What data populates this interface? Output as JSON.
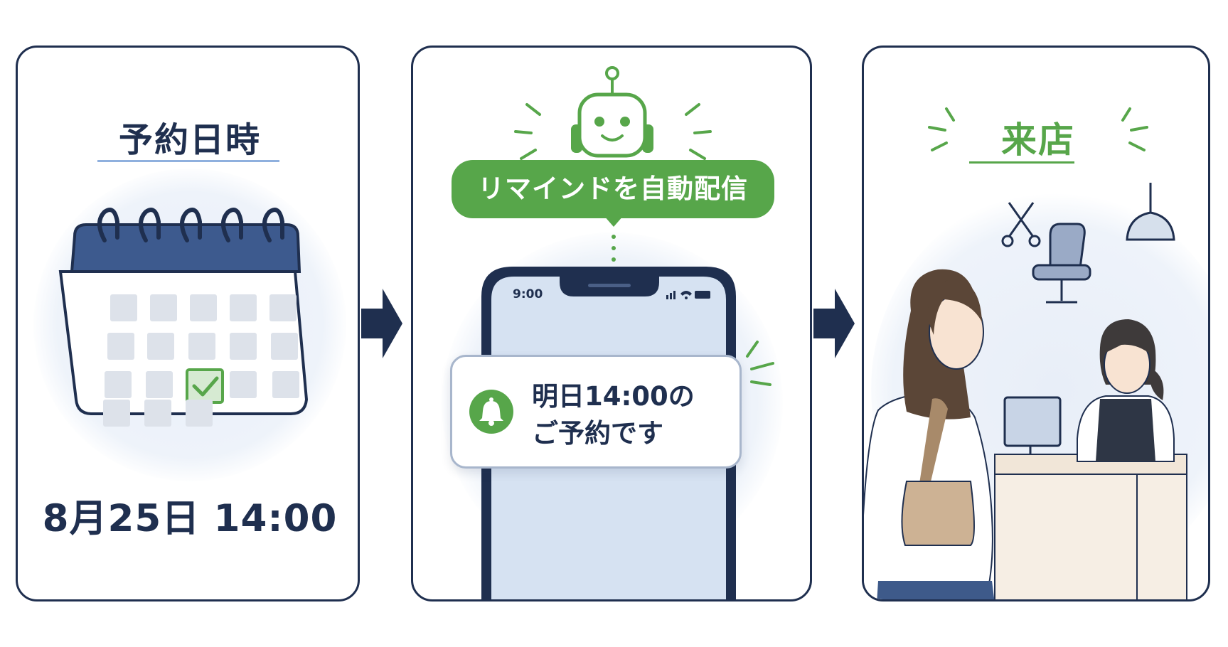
{
  "steps": [
    {
      "title": "予約日時",
      "datetime": "8月25日 14:00"
    },
    {
      "bot_message": "リマインドを自動配信",
      "phone_time": "9:00",
      "notification_line1": "明日14:00の",
      "notification_line2": "ご予約です"
    },
    {
      "title": "来店"
    }
  ],
  "colors": {
    "navy": "#1f2f4f",
    "green": "#57a64a",
    "light_blue": "#dbe5f3",
    "underline_blue": "#8fb0de"
  },
  "icons": [
    "calendar-icon",
    "check-icon",
    "robot-icon",
    "smartphone-icon",
    "bell-icon",
    "arrow-right-icon",
    "scissors-icon",
    "salon-chair-icon",
    "lamp-icon",
    "computer-monitor-icon"
  ]
}
